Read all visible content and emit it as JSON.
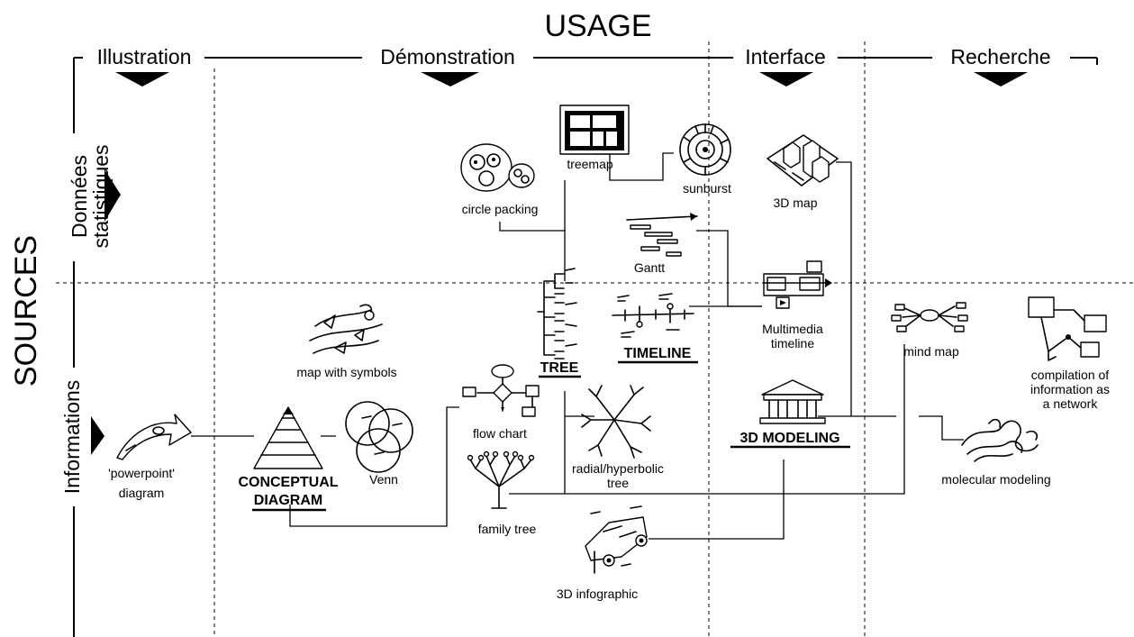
{
  "axes": {
    "usage_title": "USAGE",
    "sources_title": "SOURCES",
    "columns": [
      "Illustration",
      "Démonstration",
      "Interface",
      "Recherche"
    ],
    "rows": {
      "statistical_line1": "Données",
      "statistical_line2": "statistiques",
      "information": "Informations"
    }
  },
  "nodes": {
    "treemap": "treemap",
    "circle_packing": "circle packing",
    "sunburst": "sunburst",
    "map_3d": "3D map",
    "gantt": "Gantt",
    "multimedia_timeline_1": "Multimedia",
    "multimedia_timeline_2": "timeline",
    "map_with_symbols": "map with symbols",
    "mind_map": "mind map",
    "compilation_1": "compilation of",
    "compilation_2": "information as",
    "compilation_3": "a network",
    "flow_chart": "flow chart",
    "radial_1": "radial/hyperbolic",
    "radial_2": "tree",
    "powerpoint_1": "'powerpoint'",
    "powerpoint_2": "diagram",
    "venn": "Venn",
    "family_tree": "family tree",
    "molecular_modeling": "molecular modeling",
    "infographic_3d": "3D infographic"
  },
  "categories": {
    "tree": "TREE",
    "timeline": "TIMELINE",
    "modeling_3d": "3D MODELING",
    "conceptual_1": "CONCEPTUAL",
    "conceptual_2": "DIAGRAM"
  }
}
